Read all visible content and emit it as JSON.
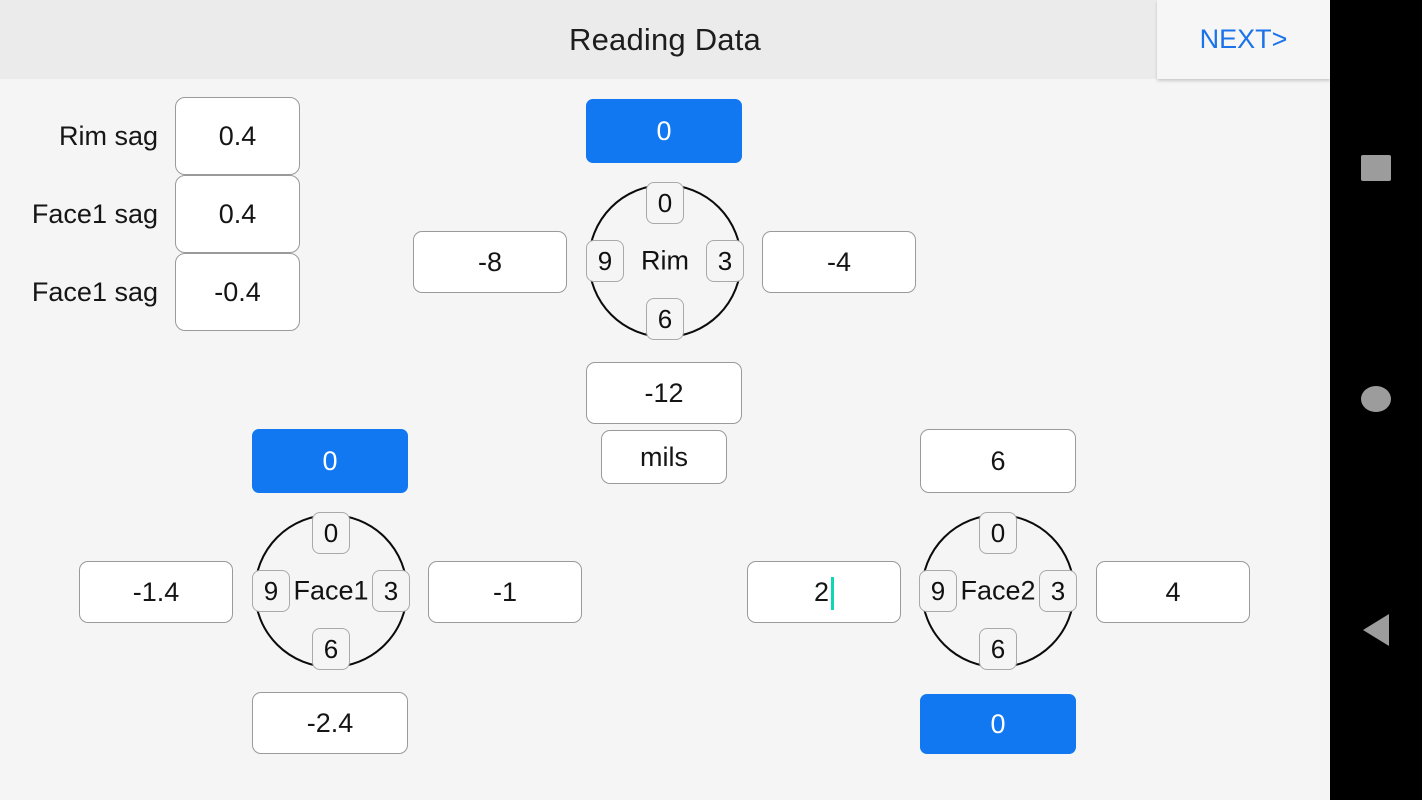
{
  "header": {
    "title": "Reading Data",
    "next_label": "NEXT>",
    "accent_color": "#1a73ea"
  },
  "theme": {
    "background": "#f5f5f5",
    "header_background": "#ebebeb",
    "primary_blue": "#1278f2",
    "field_border": "#9a9a9a",
    "caret_color": "#0fd6b4",
    "navbar_background": "#000000",
    "navbar_icon": "#9c9c9c"
  },
  "sag_panel": {
    "rows": [
      {
        "label": "Rim sag",
        "value": "0.4"
      },
      {
        "label": "Face1 sag",
        "value": "0.4"
      },
      {
        "label": "Face1 sag",
        "value": "-0.4"
      }
    ]
  },
  "dials": {
    "rim": {
      "name": "Rim",
      "ticks": {
        "top": "0",
        "right": "3",
        "bottom": "6",
        "left": "9"
      },
      "readings": {
        "top": {
          "value": "0",
          "highlighted": true
        },
        "left": {
          "value": "-8",
          "highlighted": false
        },
        "right": {
          "value": "-4",
          "highlighted": false
        },
        "bottom": {
          "value": "-12",
          "highlighted": false
        }
      },
      "unit": "mils"
    },
    "face1": {
      "name": "Face1",
      "ticks": {
        "top": "0",
        "right": "3",
        "bottom": "6",
        "left": "9"
      },
      "readings": {
        "top": {
          "value": "0",
          "highlighted": true
        },
        "left": {
          "value": "-1.4",
          "highlighted": false
        },
        "right": {
          "value": "-1",
          "highlighted": false
        },
        "bottom": {
          "value": "-2.4",
          "highlighted": false
        }
      }
    },
    "face2": {
      "name": "Face2",
      "ticks": {
        "top": "0",
        "right": "3",
        "bottom": "6",
        "left": "9"
      },
      "readings": {
        "top": {
          "value": "6",
          "highlighted": false
        },
        "left": {
          "value": "2",
          "highlighted": false,
          "focused": true
        },
        "right": {
          "value": "4",
          "highlighted": false
        },
        "bottom": {
          "value": "0",
          "highlighted": true
        }
      }
    }
  },
  "navbar": {
    "recents_icon": "square-icon",
    "home_icon": "circle-icon",
    "back_icon": "triangle-left-icon"
  }
}
